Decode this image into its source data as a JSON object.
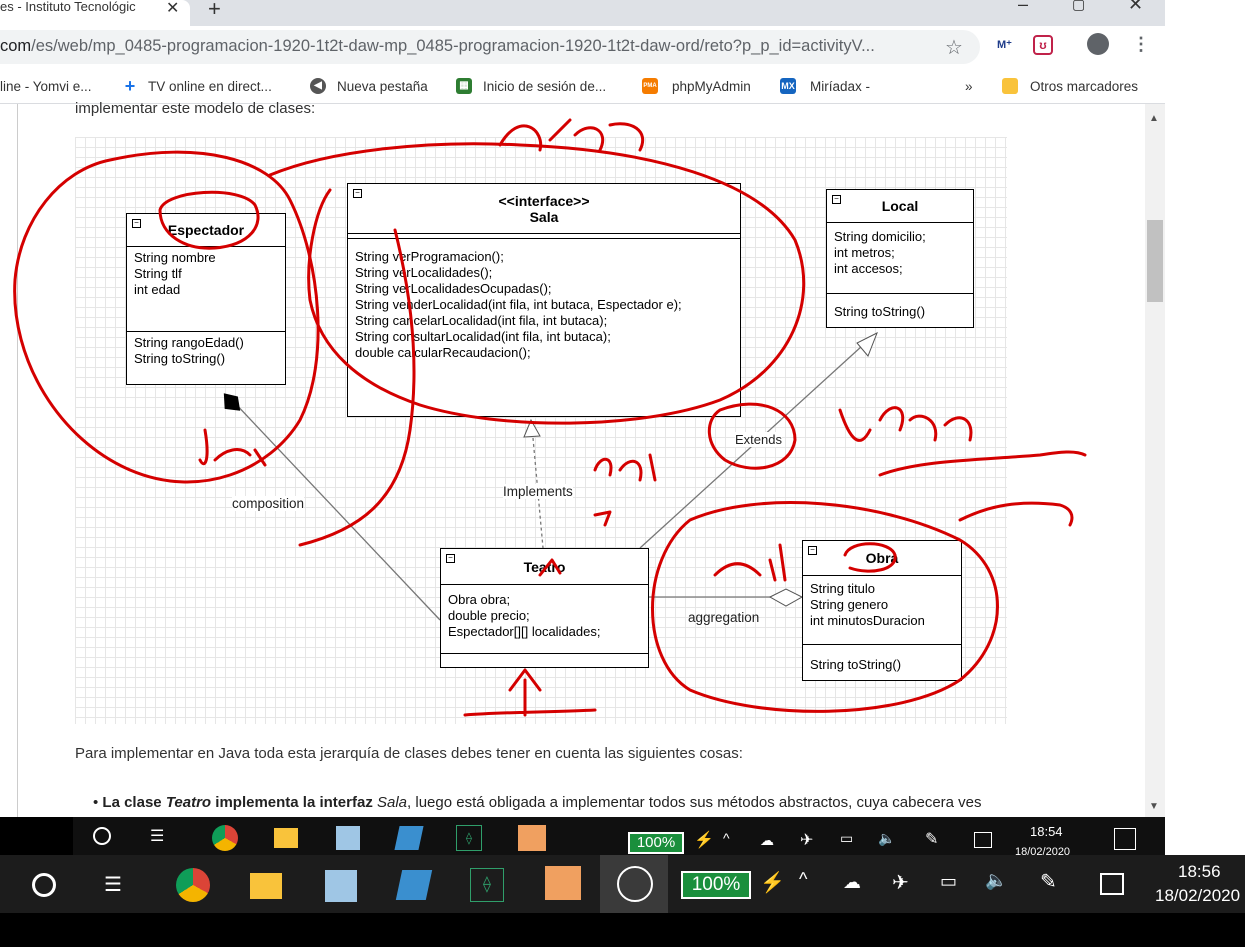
{
  "browser": {
    "tab_title": "es - Instituto Tecnológic",
    "tab_close": "✕",
    "new_tab": "+",
    "url_host": "com",
    "url_path": "/es/web/mp_0485-programacion-1920-1t2t-daw-mp_0485-programacion-1920-1t2t-daw-ord/reto?p_p_id=activityV...",
    "bookmarks": [
      "line - Yomvi e...",
      "TV online en direct...",
      "Nueva pestaña",
      "Inicio de sesión de...",
      "phpMyAdmin",
      "Miríadax -",
      "»",
      "Otros marcadores"
    ],
    "bookmark_icons": {
      "mx": "MX",
      "pma": "PMA"
    }
  },
  "page": {
    "cut_line": "implementar este modelo de clases:",
    "paragraph": "Para implementar en Java toda esta jerarquía de clases debes tener en cuenta las siguientes cosas:",
    "bullet_bold_1": "La clase ",
    "bullet_italic_1": "Teatro",
    "bullet_bold_2": " implementa la interfaz ",
    "bullet_italic_2": "Sala",
    "bullet_rest": ", luego está obligada a implementar todos sus métodos abstractos, cuya cabecera ves"
  },
  "diagram": {
    "espectador": {
      "name": "Espectador",
      "attrs": [
        "String nombre",
        "String tlf",
        "int edad"
      ],
      "methods": [
        "String rangoEdad()",
        "String toString()"
      ]
    },
    "sala": {
      "stereotype": "<<interface>>",
      "name": "Sala",
      "methods": [
        "String verProgramacion();",
        "String verLocalidades();",
        "String verLocalidadesOcupadas();",
        "String venderLocalidad(int fila, int butaca, Espectador e);",
        "String cancelarLocalidad(int fila, int butaca);",
        "String consultarLocalidad(int fila, int butaca);",
        "double calcularRecaudacion();"
      ]
    },
    "local": {
      "name": "Local",
      "attrs": [
        "String domicilio;",
        "int metros;",
        "int accesos;"
      ],
      "methods": [
        "String toString()"
      ]
    },
    "teatro": {
      "name": "Teatro",
      "attrs": [
        "Obra obra;",
        "double precio;",
        "Espectador[][] localidades;"
      ]
    },
    "obra": {
      "name": "Obra",
      "attrs": [
        "String titulo",
        "String genero",
        "int minutosDuracion"
      ],
      "methods": [
        "String toString()"
      ]
    },
    "labels": {
      "composition": "composition",
      "implements": "Implements",
      "extends": "Extends",
      "aggregation": "aggregation"
    }
  },
  "annotations_color": "#d40000",
  "taskbar_inner": {
    "battery": "100%",
    "time": "18:54",
    "date": "18/02/2020"
  },
  "taskbar": {
    "battery": "100%",
    "time": "18:56",
    "date": "18/02/2020"
  }
}
